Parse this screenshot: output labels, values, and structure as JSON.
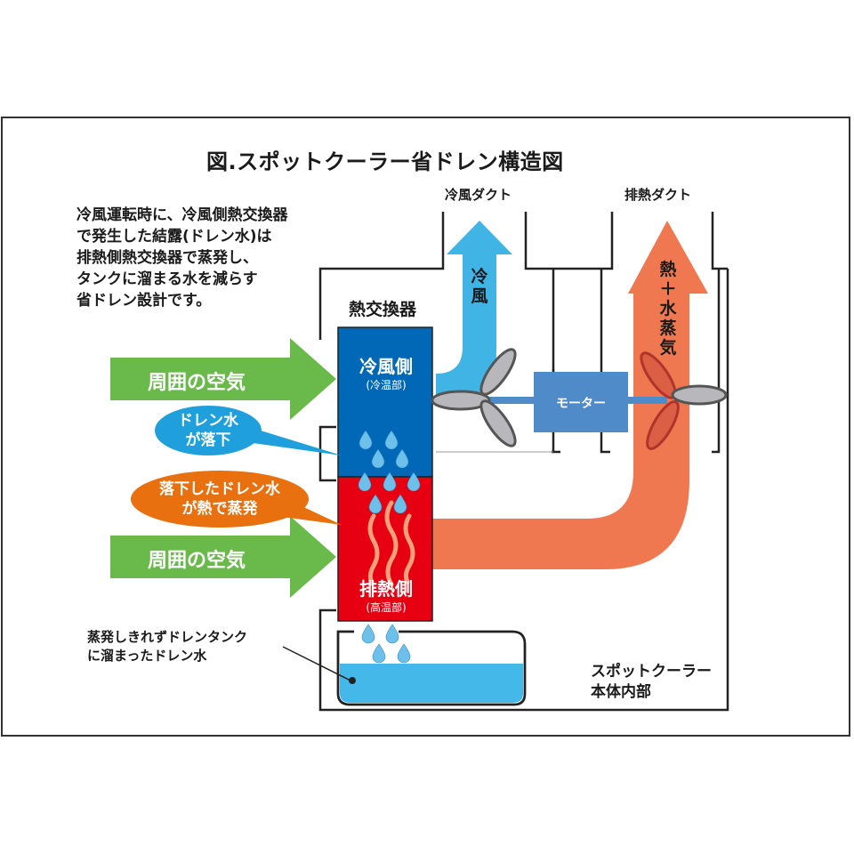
{
  "title": "図.スポットクーラー省ドレン構造図",
  "description_lines": [
    "冷風運転時に、冷風側熱交換器",
    "で発生した結露(ドレン水)は",
    "排熱側熱交換器で蒸発し、",
    "タンクに溜まる水を減らす",
    "省ドレン設計です。"
  ],
  "ducts": {
    "cold_duct_label": "冷風ダクト",
    "exhaust_duct_label": "排熱ダクト"
  },
  "heat_exchanger": {
    "label": "熱交換器",
    "cold_side": "冷風側",
    "cold_side_sub": "(冷温部)",
    "hot_side": "排熱側",
    "hot_side_sub": "(高温部)"
  },
  "airflow": {
    "ambient_air_top": "周囲の空気",
    "ambient_air_bottom": "周囲の空気",
    "cold_air": "冷風",
    "exhaust": [
      "熱",
      "＋",
      "水",
      "蒸",
      "気"
    ]
  },
  "callouts": {
    "drain_falls": [
      "ドレン水",
      "が落下"
    ],
    "drain_evaporates": [
      "落下したドレン水",
      "が熱で蒸発"
    ],
    "tank_water": [
      "蒸発しきれずドレンタンク",
      "に溜まったドレン水"
    ]
  },
  "motor": {
    "label": "モーター"
  },
  "unit_interior": [
    "スポットクーラー",
    "本体内部"
  ],
  "colors": {
    "cold_side": "#0068b7",
    "hot_side": "#e60012",
    "cold_air": "#41b4e6",
    "exhaust": "#ef7850",
    "ambient_arrow": "#6ab94b",
    "bubble_blue": "#1fa0dc",
    "bubble_orange": "#e8700f",
    "motor": "#4f8ac9",
    "water": "#44b9e9"
  }
}
